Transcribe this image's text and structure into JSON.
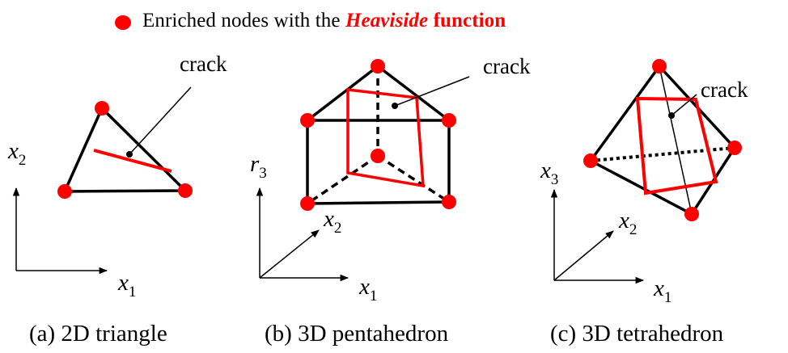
{
  "legend": {
    "prefix": "Enriched nodes with the ",
    "heaviside": "Heaviside",
    "function_word": "function",
    "marker_color": "#ff0000"
  },
  "colors": {
    "node": "#ff0000",
    "crack_plane": "#ff0000",
    "edge": "#000000"
  },
  "panels": [
    {
      "caption": "(a) 2D triangle",
      "crack_label": "crack",
      "axes": {
        "vertical": {
          "var": "x",
          "sub": "2"
        },
        "horizontal": {
          "var": "x",
          "sub": "1"
        }
      }
    },
    {
      "caption": "(b) 3D pentahedron",
      "crack_label": "crack",
      "axes": {
        "vertical": {
          "var": "r",
          "sub": "3"
        },
        "depth": {
          "var": "x",
          "sub": "2"
        },
        "horizontal": {
          "var": "x",
          "sub": "1"
        }
      }
    },
    {
      "caption": "(c) 3D tetrahedron",
      "crack_label": "crack",
      "axes": {
        "vertical": {
          "var": "x",
          "sub": "3"
        },
        "depth": {
          "var": "x",
          "sub": "2"
        },
        "horizontal": {
          "var": "x",
          "sub": "1"
        }
      }
    }
  ]
}
